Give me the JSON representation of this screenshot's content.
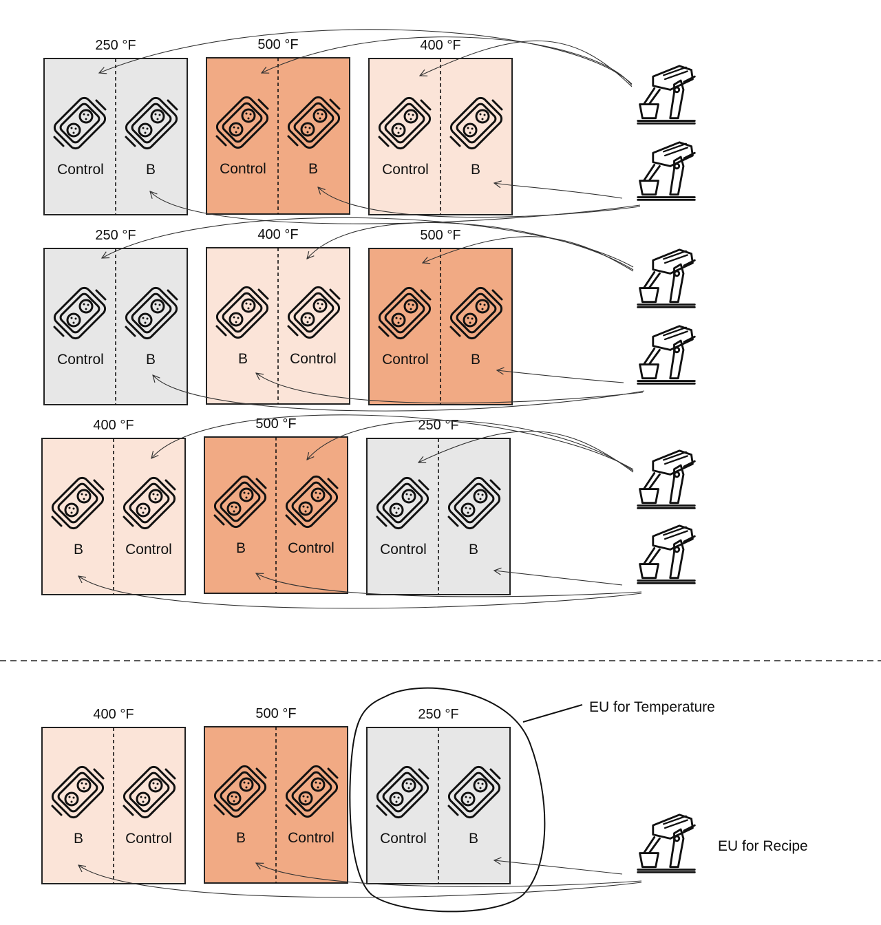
{
  "colors": {
    "250": "#e7e7e7",
    "400": "#fbe4d8",
    "500": "#f1aa84",
    "outline": "#222222"
  },
  "icons": {
    "plot_icon": "baking-tray-icon",
    "treatment_icon": "stand-mixer-icon"
  },
  "experiment": {
    "rows": [
      {
        "plots": [
          {
            "temperature": "250 °F",
            "level": "250",
            "left": "Control",
            "right": "B"
          },
          {
            "temperature": "500 °F",
            "level": "500",
            "left": "Control",
            "right": "B"
          },
          {
            "temperature": "400 °F",
            "level": "400",
            "left": "Control",
            "right": "B"
          }
        ]
      },
      {
        "plots": [
          {
            "temperature": "250 °F",
            "level": "250",
            "left": "Control",
            "right": "B"
          },
          {
            "temperature": "400 °F",
            "level": "400",
            "left": "B",
            "right": "Control"
          },
          {
            "temperature": "500 °F",
            "level": "500",
            "left": "Control",
            "right": "B"
          }
        ]
      },
      {
        "plots": [
          {
            "temperature": "400 °F",
            "level": "400",
            "left": "B",
            "right": "Control"
          },
          {
            "temperature": "500 °F",
            "level": "500",
            "left": "B",
            "right": "Control"
          },
          {
            "temperature": "250 °F",
            "level": "250",
            "left": "Control",
            "right": "B"
          }
        ]
      }
    ]
  },
  "example": {
    "plots": [
      {
        "temperature": "400 °F",
        "level": "400",
        "left": "B",
        "right": "Control"
      },
      {
        "temperature": "500 °F",
        "level": "500",
        "left": "B",
        "right": "Control"
      },
      {
        "temperature": "250 °F",
        "level": "250",
        "left": "Control",
        "right": "B"
      }
    ],
    "temperature_unit_label": "EU for Temperature",
    "recipe_unit_label": "EU for Recipe"
  }
}
